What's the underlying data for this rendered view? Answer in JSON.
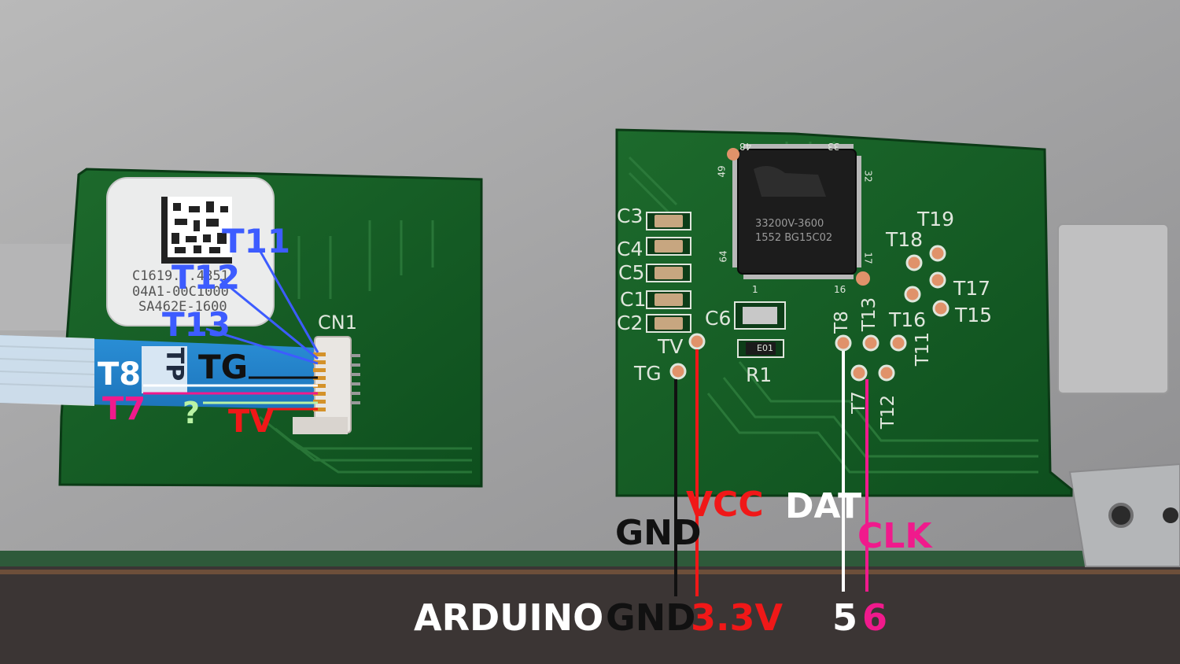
{
  "colors": {
    "ground": "#111111",
    "vcc": "#f01818",
    "data": "#ffffff",
    "clock": "#f01a8c",
    "trace_tg_t13": "#3d5cff",
    "unknown": "#b9f2a4",
    "connector_labels": "#ffffff"
  },
  "left_board": {
    "connector_silkscreen": "CN1",
    "sticker": {
      "line1": "C1619...4851",
      "line2": "04A1-00C1000",
      "line3": "SA462E-1600"
    },
    "cable_text": "TP",
    "pin_labels": {
      "t11": "T11",
      "t12": "T12",
      "t13": "T13",
      "tg": "TG",
      "t8": "T8",
      "t7": "T7",
      "unknown": "?",
      "tv": "TV"
    }
  },
  "right_board": {
    "chip": {
      "line1": "33200V-3600",
      "line2": "1552 BG15C02",
      "pin_48": "48",
      "pin_33": "33",
      "pin_49": "49",
      "pin_32": "32",
      "pin_64": "64",
      "pin_1": "1",
      "pin_16": "16",
      "pin_17": "17"
    },
    "silkscreen": {
      "c3": "C3",
      "c4": "C4",
      "c5": "C5",
      "c1": "C1",
      "c2": "C2",
      "c6": "C6",
      "r1": "R1",
      "r1_code": "E01",
      "tv": "TV",
      "tg": "TG",
      "t8": "T8",
      "t13": "T13",
      "t11": "T11",
      "t7": "T7",
      "t12": "T12",
      "t16": "T16",
      "t15": "T15",
      "t17": "T17",
      "t18": "T18",
      "t19": "T19"
    }
  },
  "signal_labels": {
    "gnd": "GND",
    "vcc": "VCC",
    "dat": "DAT",
    "clk": "CLK"
  },
  "arduino": {
    "title": "ARDUINO",
    "gnd": "GND",
    "volt": "3.3V",
    "dat_pin": "5",
    "clk_pin": "6"
  }
}
